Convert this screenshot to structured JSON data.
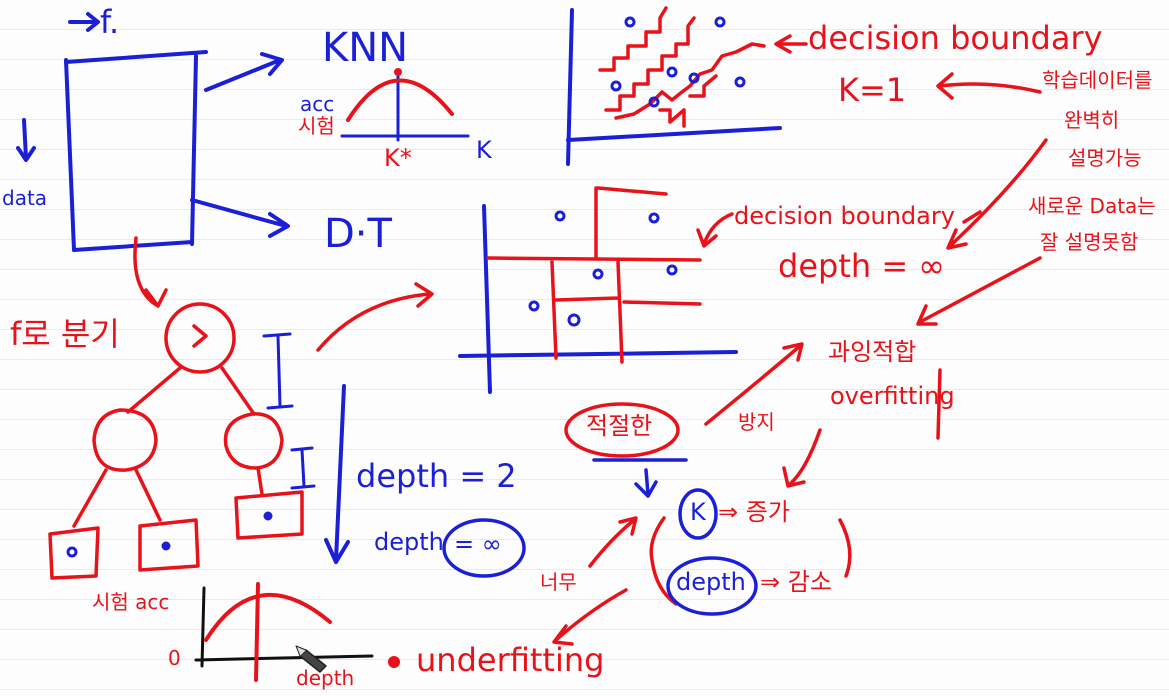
{
  "notes": {
    "f_top": "f.",
    "data_label": "data",
    "knn": "KNN",
    "acc_knn": "acc",
    "sihum_knn": "시험",
    "k_star": "K*",
    "k_axis": "K",
    "dt": "D·T",
    "decision_boundary_1": "decision boundary",
    "k_eq_1": "K=1",
    "korean_1_line1": "학습데이터를",
    "korean_1_line2": "완벽히",
    "korean_1_line3": "설명가능",
    "decision_boundary_2": "decision boundary",
    "depth_inf_red": "depth = ∞",
    "korean_2_line1": "새로운 Data는",
    "korean_2_line2": "잘 설명못함",
    "f_branch": "f로 분기",
    "overfit_kr": "과잉적합",
    "overfitting": "overfitting",
    "appropriate": "적절한",
    "prevent": "방지",
    "depth_2": "depth = 2",
    "depth_inf_blue_word": "depth",
    "depth_inf_blue_val": "= ∞",
    "k_increase_k": "K",
    "k_increase": "⇒ 증가",
    "depth_decrease_word": "depth",
    "depth_decrease": "⇒ 감소",
    "too_much": "너무",
    "sihum_acc": "시험 acc",
    "zero_axis": "0",
    "depth_axis": "depth",
    "underfitting": "underfitting"
  },
  "colors": {
    "red_ink": "#e8121a",
    "blue_ink": "#1b1fd6",
    "black_ink": "#111111"
  }
}
